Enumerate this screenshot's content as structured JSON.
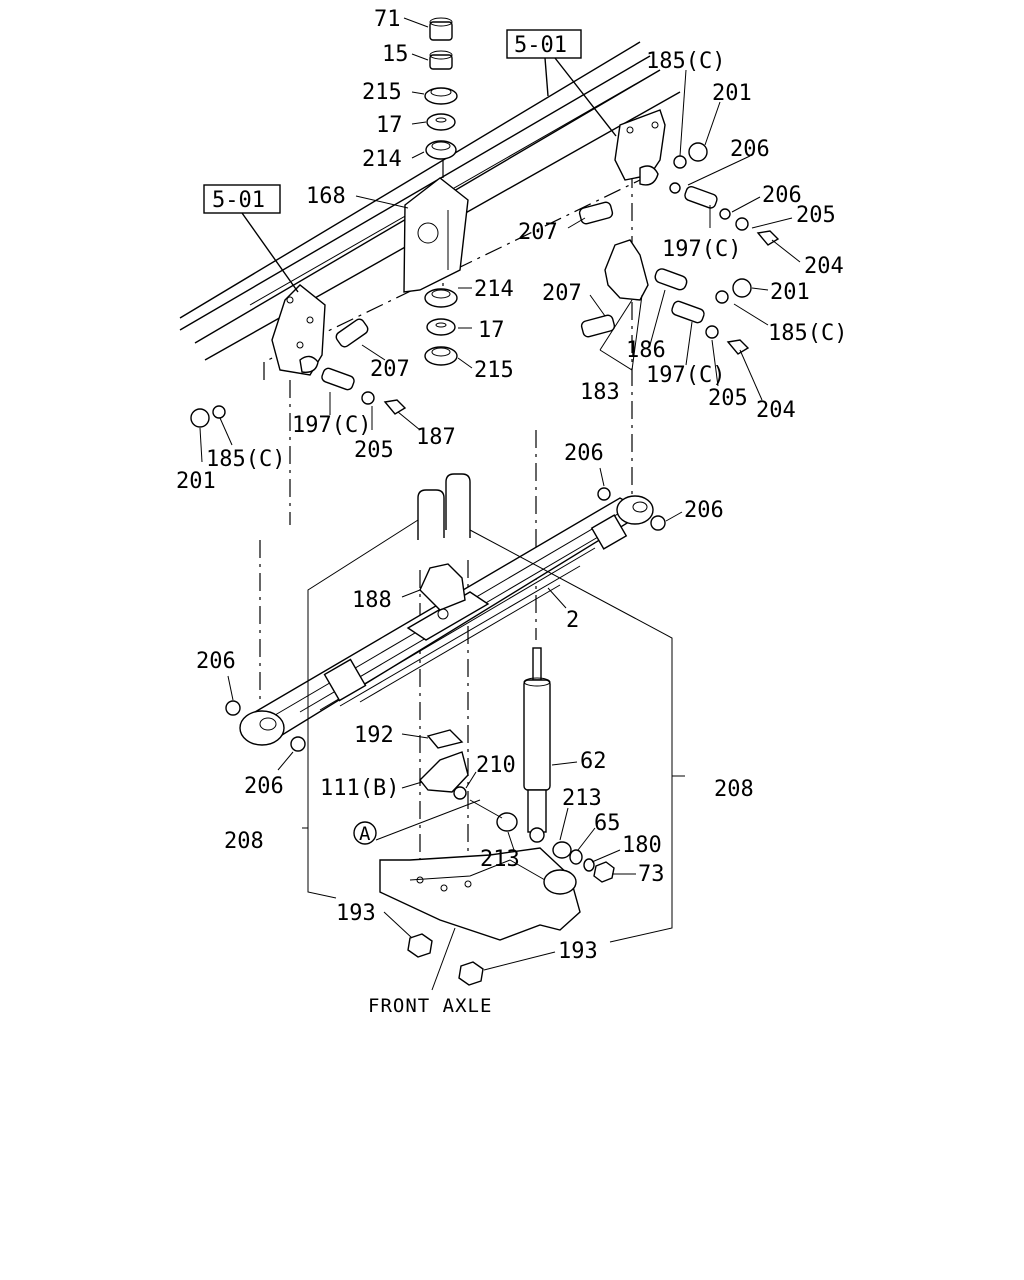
{
  "ref_boxes": [
    "5-01",
    "5-01"
  ],
  "callouts": {
    "c71": "71",
    "c15": "15",
    "c215a": "215",
    "c17a": "17",
    "c214a": "214",
    "c168": "168",
    "c214b": "214",
    "c17b": "17",
    "c215b": "215",
    "c207a": "207",
    "c207b": "207",
    "c207c": "207",
    "c185a": "185(C)",
    "c201a": "201",
    "c206a": "206",
    "c206b": "206",
    "c205a": "205",
    "c197a": "197(C)",
    "c204a": "204",
    "c201b": "201",
    "c185b": "185(C)",
    "c186": "186",
    "c197b": "197(C)",
    "c183": "183",
    "c205b": "205",
    "c204b": "204",
    "c197c": "197(C)",
    "c187": "187",
    "c205c": "205",
    "c201c": "201",
    "c185c": "185(C)",
    "c206c": "206",
    "c206d": "206",
    "c188": "188",
    "c2": "2",
    "c206e": "206",
    "c206f": "206",
    "c192": "192",
    "c210": "210",
    "c62": "62",
    "c111": "111(B)",
    "c213a": "213",
    "c65": "65",
    "c180": "180",
    "c73": "73",
    "c208a": "208",
    "c208b": "208",
    "c213b": "213",
    "c193a": "193",
    "c193b": "193",
    "circle_a": "A"
  },
  "front_axle_label": "FRONT AXLE"
}
